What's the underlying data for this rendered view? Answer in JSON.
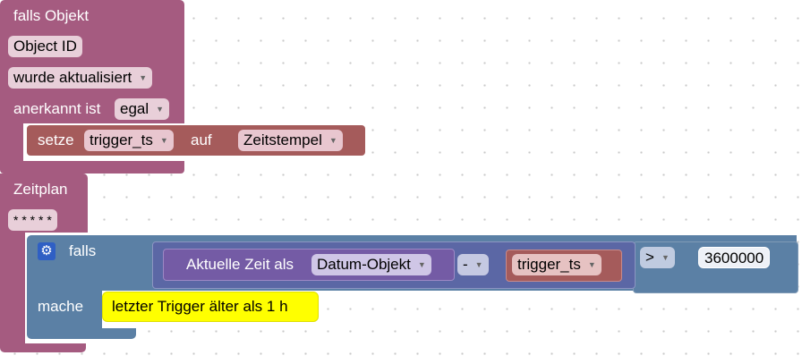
{
  "trigger_block": {
    "title": "falls Objekt",
    "object_id": "Object ID",
    "event": "wurde aktualisiert",
    "ack_label": "anerkannt ist",
    "ack_value": "egal"
  },
  "set_block": {
    "label": "setze",
    "variable": "trigger_ts",
    "to_label": "auf",
    "value": "Zeitstempel"
  },
  "schedule_block": {
    "title": "Zeitplan",
    "cron": "* * * * *"
  },
  "if_block": {
    "if_label": "falls",
    "do_label": "mache",
    "settings_icon": "gear-icon"
  },
  "compare": {
    "current_time_label": "Aktuelle Zeit als",
    "time_format": "Datum-Objekt",
    "minus_op": "-",
    "variable": "trigger_ts",
    "operator": ">",
    "number": "3600000"
  },
  "comment": {
    "text": "letzter Trigger älter als 1 h"
  },
  "colors": {
    "trigger": "#a55b80",
    "logic": "#5b80a5",
    "math": "#5b67a5",
    "date": "#745ba5",
    "variable": "#a55b5b",
    "comment": "#ffff00"
  }
}
